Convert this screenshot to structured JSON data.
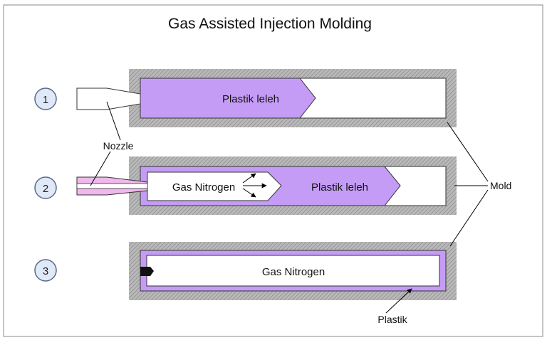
{
  "title": "Gas Assisted Injection Molding",
  "steps": [
    {
      "number": "1",
      "labels": [
        "Plastik leleh"
      ]
    },
    {
      "number": "2",
      "labels": [
        "Gas Nitrogen",
        "Plastik leleh"
      ]
    },
    {
      "number": "3",
      "labels": [
        "Gas Nitrogen"
      ]
    }
  ],
  "callouts": {
    "nozzle": "Nozzle",
    "mold": "Mold",
    "plastik": "Plastik"
  },
  "colors": {
    "molten_plastic": "#c49cf5",
    "nozzle_gas_pink": "#f0b8ec",
    "mold_hatch_gray": "#a9a9a9",
    "step_circle_fill": "#dfe9f7",
    "step_circle_stroke": "#5a6a8a",
    "frame": "#8a8a8a"
  }
}
